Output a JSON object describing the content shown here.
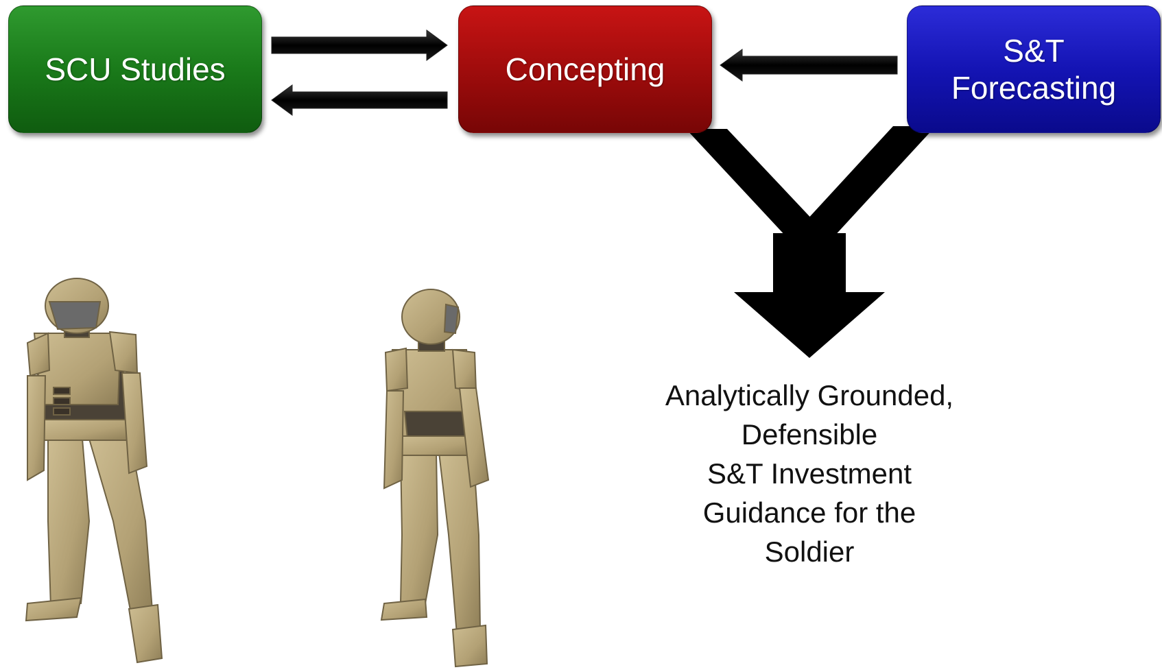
{
  "boxes": {
    "scu": {
      "label": "SCU Studies",
      "color": "#1a7a1a"
    },
    "concepting": {
      "label": "Concepting",
      "color": "#a00c0c"
    },
    "st": {
      "label": "S&T\nForecasting",
      "color": "#1414b4"
    }
  },
  "outcome": {
    "text": "Analytically Grounded,\nDefensible\nS&T Investment\nGuidance for the\nSoldier"
  },
  "colors": {
    "arrow": "#000000",
    "armor": "#b6a47a",
    "armor_dark": "#4a4236",
    "visor": "#6a6a6a"
  },
  "icons": [
    "soldier-front-figure",
    "soldier-back-figure"
  ]
}
